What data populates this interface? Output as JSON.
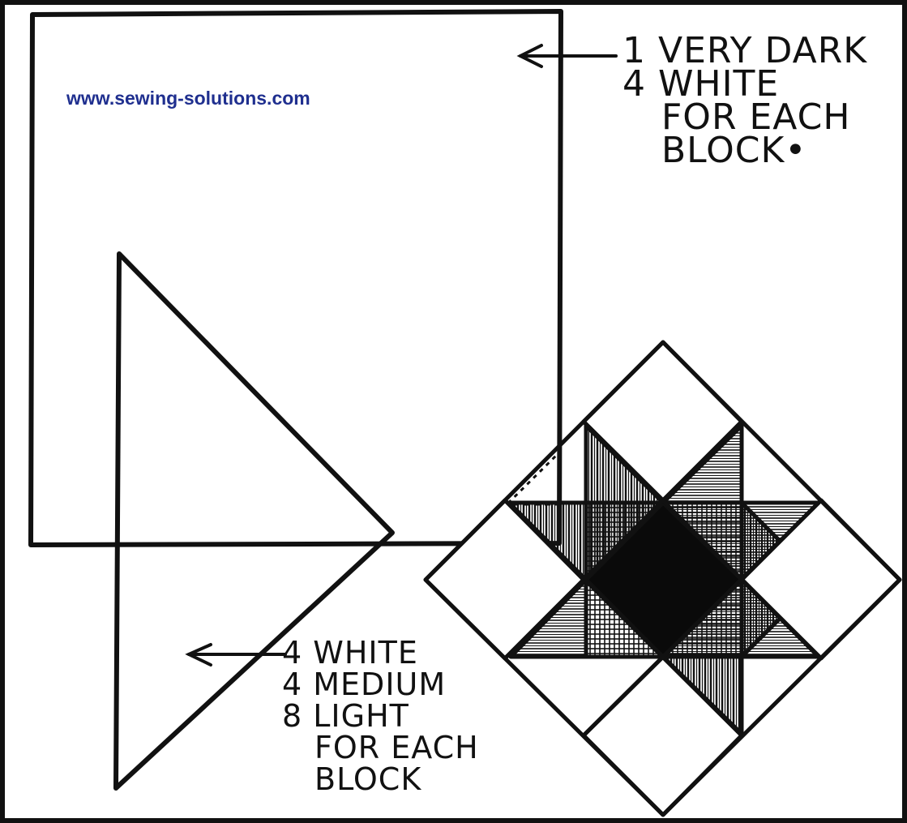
{
  "watermark": "www.sewing-solutions.com",
  "notes": {
    "square_piece": [
      "1 VERY DARK",
      "4 WHITE",
      "FOR EACH",
      "BLOCK•"
    ],
    "triangle_piece": [
      "4 WHITE",
      "4 MEDIUM",
      "8 LIGHT",
      "FOR EACH",
      "BLOCK"
    ]
  },
  "colors": {
    "ink": "#111111",
    "watermark": "#1f2f8f",
    "paper": "#ffffff"
  }
}
